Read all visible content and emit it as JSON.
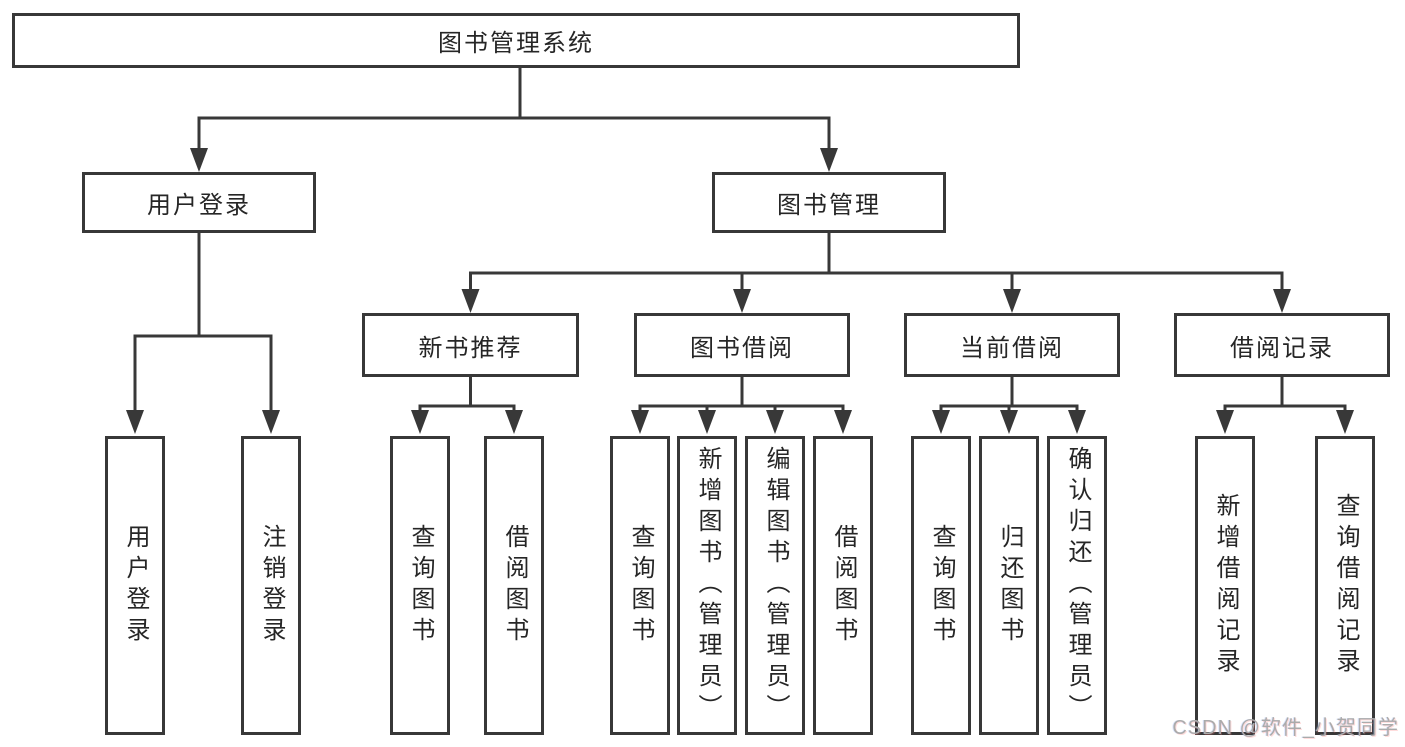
{
  "tree": {
    "root": "图书管理系统",
    "branches": [
      {
        "label": "用户登录",
        "children": [
          "用户登录",
          "注销登录"
        ]
      },
      {
        "label": "图书管理",
        "children": [
          {
            "label": "新书推荐",
            "children": [
              "查询图书",
              "借阅图书"
            ]
          },
          {
            "label": "图书借阅",
            "children": [
              "查询图书",
              "新增图书（管理员）",
              "编辑图书（管理员）",
              "借阅图书"
            ]
          },
          {
            "label": "当前借阅",
            "children": [
              "查询图书",
              "归还图书",
              "确认归还（管理员）"
            ]
          },
          {
            "label": "借阅记录",
            "children": [
              "新增借阅记录",
              "查询借阅记录"
            ]
          }
        ]
      }
    ]
  },
  "watermark": "CSDN @软件_小贺同学",
  "colors": {
    "line": "#383838",
    "box_border": "#383838",
    "text": "#262626",
    "background": "#ffffff",
    "watermark": "#ababab"
  }
}
